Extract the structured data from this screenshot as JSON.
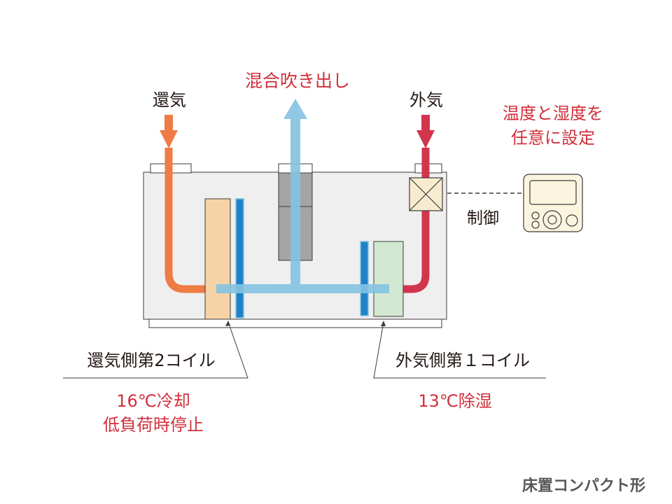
{
  "labels": {
    "return_air": "還気",
    "mixed_supply": "混合吹き出し",
    "outside_air": "外気",
    "setting_line1": "温度と湿度を",
    "setting_line2": "任意に設定",
    "control": "制御",
    "coil2_label": "還気側第2コイル",
    "coil1_label": "外気側第１コイル",
    "coil2_mode_line1": "16℃冷却",
    "coil2_mode_line2": "低負荷時停止",
    "coil1_mode": "13℃除湿",
    "unit_type": "床置コンパクト形"
  },
  "colors": {
    "return_air": "#ef7b45",
    "outside_air": "#d2364f",
    "supply_air": "#84c3e2",
    "red_text": "#d0303c",
    "dark_text": "#231815",
    "gray_text": "#595757",
    "unit_fill": "#efefef",
    "coil2_fill": "#f6d3a6",
    "coil1_fill": "#d3e8d1",
    "fan_fill": "#a5a4a4",
    "blue_strip": "#1e82c8",
    "damper_fill": "#f8ecd0",
    "controller_fill": "#fbf5e0"
  }
}
